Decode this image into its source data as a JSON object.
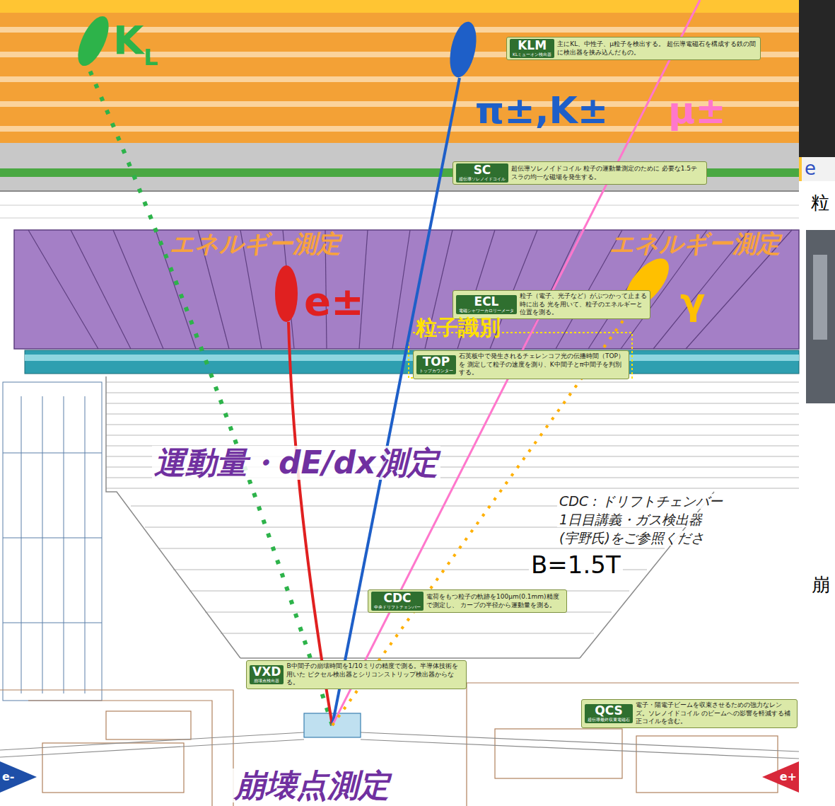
{
  "diagram": {
    "nodes": [
      {
        "text": [
          "KLM",
          "KLミューオン検出器",
          "主にKL、中性子、μ粒子を検出する。 超伝導電磁石を構成する鉄の間に検出器を挟み込んだもの。"
        ]
      },
      {
        "text": [
          "SC",
          "超伝導ソレノイドコイル",
          "超伝導ソレノイドコイル 粒子の運動量測定のために 必要な1.5テスラの均一な磁場を発生する。"
        ]
      },
      {
        "text": [
          "ECL",
          "電磁シャワーカロリーメータ",
          "粒子（電子、光子など）がぶつかって止まる時に出る 光を用いて、粒子のエネルギーと位置を測る。"
        ]
      },
      {
        "text": [
          "TOP",
          "トップカウンター",
          "石英板中で発生されるチェレンコフ光の伝播時間（TOP）を 測定して粒子の速度を測り、K中間子とπ中間子を判別する。"
        ]
      },
      {
        "text": [
          "CDC",
          "中央ドリフトチェンバー",
          "電荷をもつ粒子の軌跡を100μm(0.1mm)精度で測定し、 カーブの半径から運動量を測る。"
        ]
      },
      {
        "text": [
          "VXD",
          "崩壊点検出器",
          "B中間子の崩壊時間を1/10ミリの精度で測る。半導体技術を用いた ピクセル検出器とシリコンストリップ検出器からなる。"
        ]
      },
      {
        "text": [
          "QCS",
          "超伝導最終収束電磁石",
          "電子・陽電子ビームを収束させるための強力なレンズ。ソレノイドコイル のビームへの影響を軽減する補正コイルを含む。"
        ]
      },
      {
        "text": [
          "e-"
        ]
      },
      {
        "text": [
          "e+"
        ]
      }
    ],
    "labels": [
      "K",
      "L",
      "π±,K±",
      "μ±",
      "エネルギー測定",
      "エネルギー測定",
      "e±",
      "γ",
      "粒子識別",
      "運動量・dE/dx測定",
      "CDC : ドリフトチェンバー",
      "1日目講義・ガス検出器",
      "(宇野氏)をご参照くださ",
      "B=1.5T",
      "崩",
      "崩壊点測定",
      "粒",
      "e"
    ]
  }
}
